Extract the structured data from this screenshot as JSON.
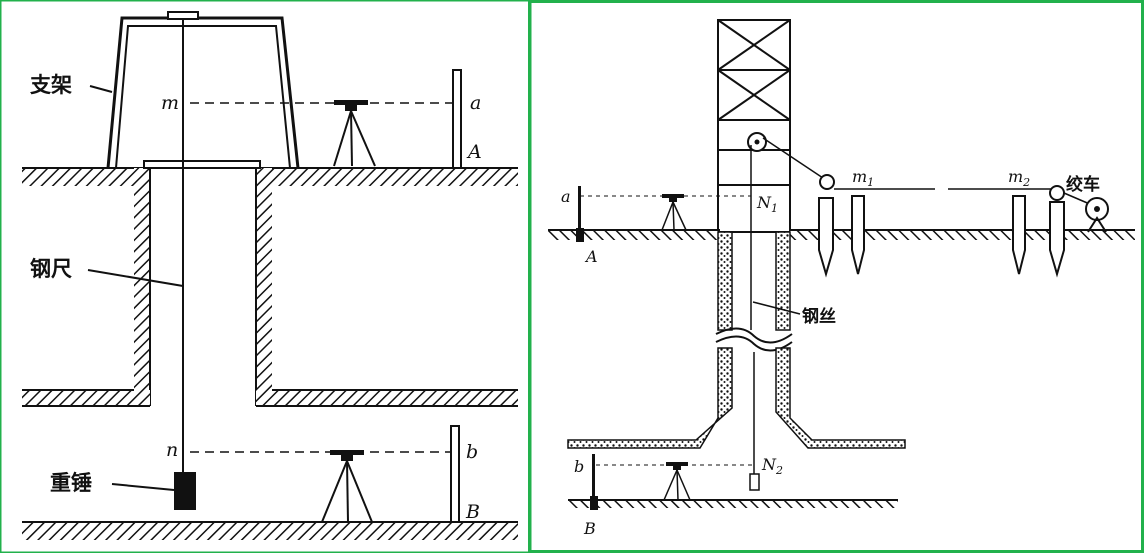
{
  "left": {
    "label_frame": "支架",
    "label_tape": "钢尺",
    "label_weight": "重锤",
    "point_m": "m",
    "point_n": "n",
    "point_a": "a",
    "point_b": "b",
    "point_A": "A",
    "point_B": "B"
  },
  "right": {
    "label_winch": "绞车",
    "label_wire": "钢丝",
    "point_a": "a",
    "point_b": "b",
    "point_A": "A",
    "point_B": "B",
    "point_N1": "N",
    "point_N1_sub": "1",
    "point_N2": "N",
    "point_N2_sub": "2",
    "point_m1": "m",
    "point_m1_sub": "1",
    "point_m2": "m",
    "point_m2_sub": "2"
  },
  "colors": {
    "border": "#22b14c",
    "ink": "#111111"
  }
}
